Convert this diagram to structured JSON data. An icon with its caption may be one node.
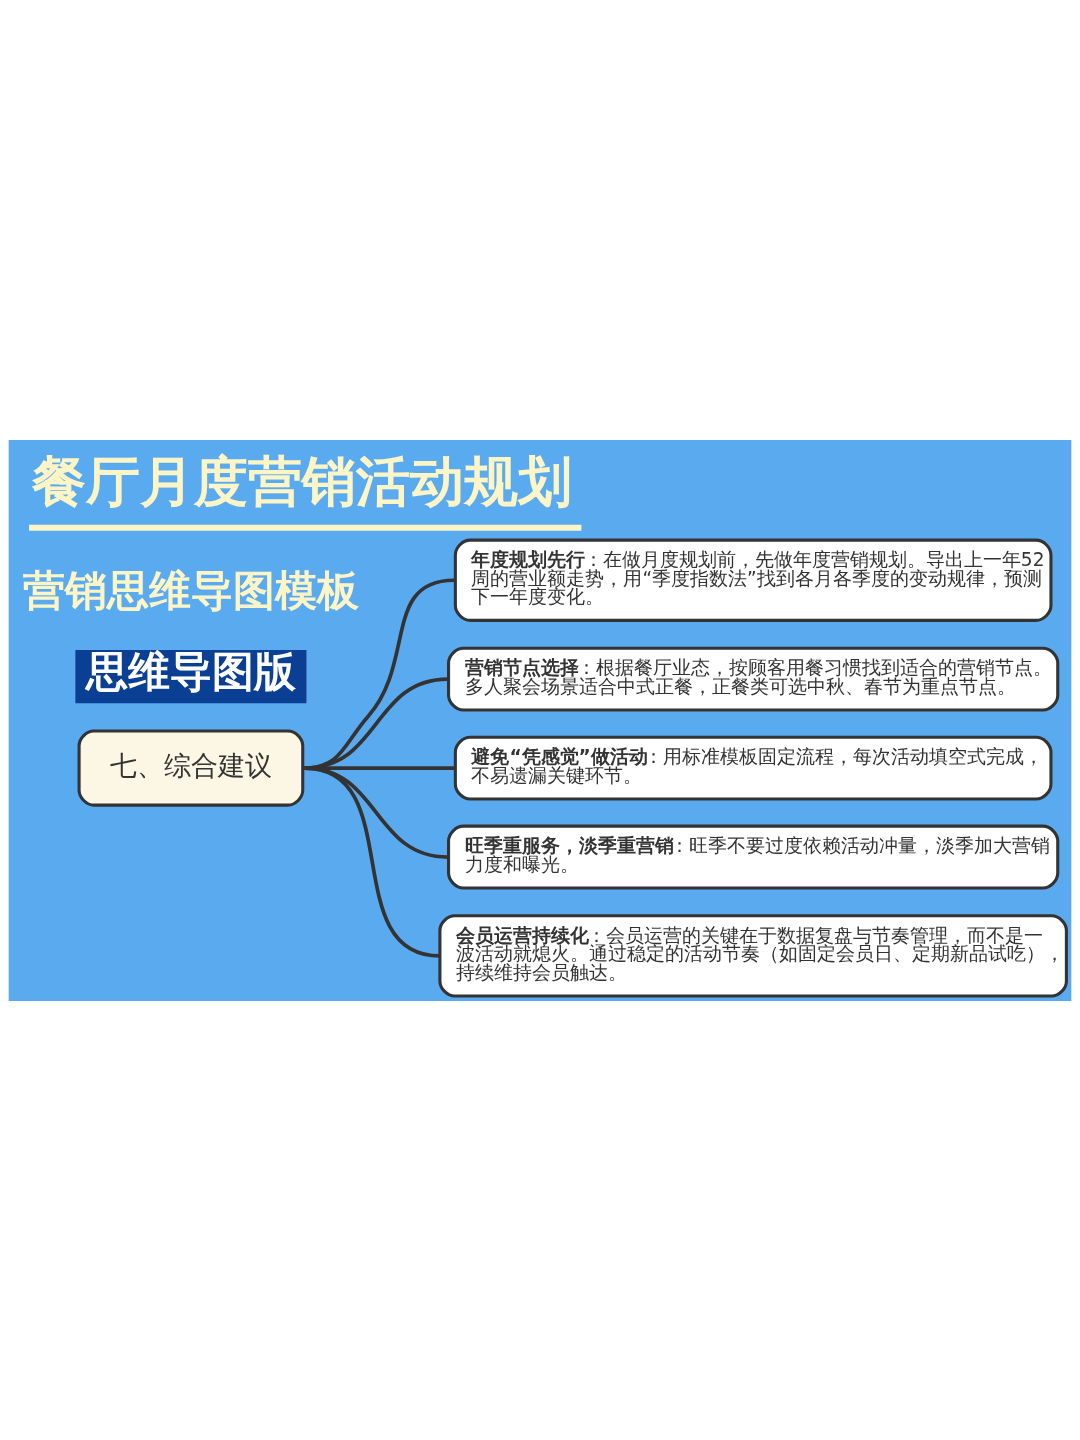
{
  "diagram": {
    "title": "餐厅月度营销活动规划",
    "nodes": [
      {
        "text": [
          "七、综合建议"
        ]
      },
      {
        "text": [
          "**年度规划先行**：在做月度规划前，先做年度营销规划。导出上一年52周的营业额走势，用“季度指数法”找到各月各季度的变动规律，预测下一年度变化。"
        ]
      },
      {
        "text": [
          "**营销节点选择**：根据餐厅业态，按顾客用餐习惯找到适合的营销节点。多人聚会场景适合中式正餐，正餐类可选中秋、春节为重点节点。"
        ]
      },
      {
        "text": [
          "**避免“凭感觉”做活动**：用标准模板固定流程，每次活动填空式完成，不易遗漏关键环节。"
        ]
      },
      {
        "text": [
          "**旺季重服务，淡季重营销**：旺季不要过度依赖活动冲量，淡季加大营销力度和曝光。"
        ]
      },
      {
        "text": [
          "**会员运营持续化**：会员运营的关键在于数据复盘与节奏管理，而不是一波活动就熄火。通过稳定的活动节奏（如固定会员日、定期新品试吃），持续维持会员触达。"
        ]
      }
    ],
    "edges": [
      {
        "from": 0,
        "to": 1,
        "arrow": "none"
      },
      {
        "from": 0,
        "to": 2,
        "arrow": "none"
      },
      {
        "from": 0,
        "to": 3,
        "arrow": "none"
      },
      {
        "from": 0,
        "to": 4,
        "arrow": "none"
      },
      {
        "from": 0,
        "to": 5,
        "arrow": "none"
      }
    ],
    "labels": [
      "营销思维导图模板",
      "思维导图版"
    ]
  }
}
